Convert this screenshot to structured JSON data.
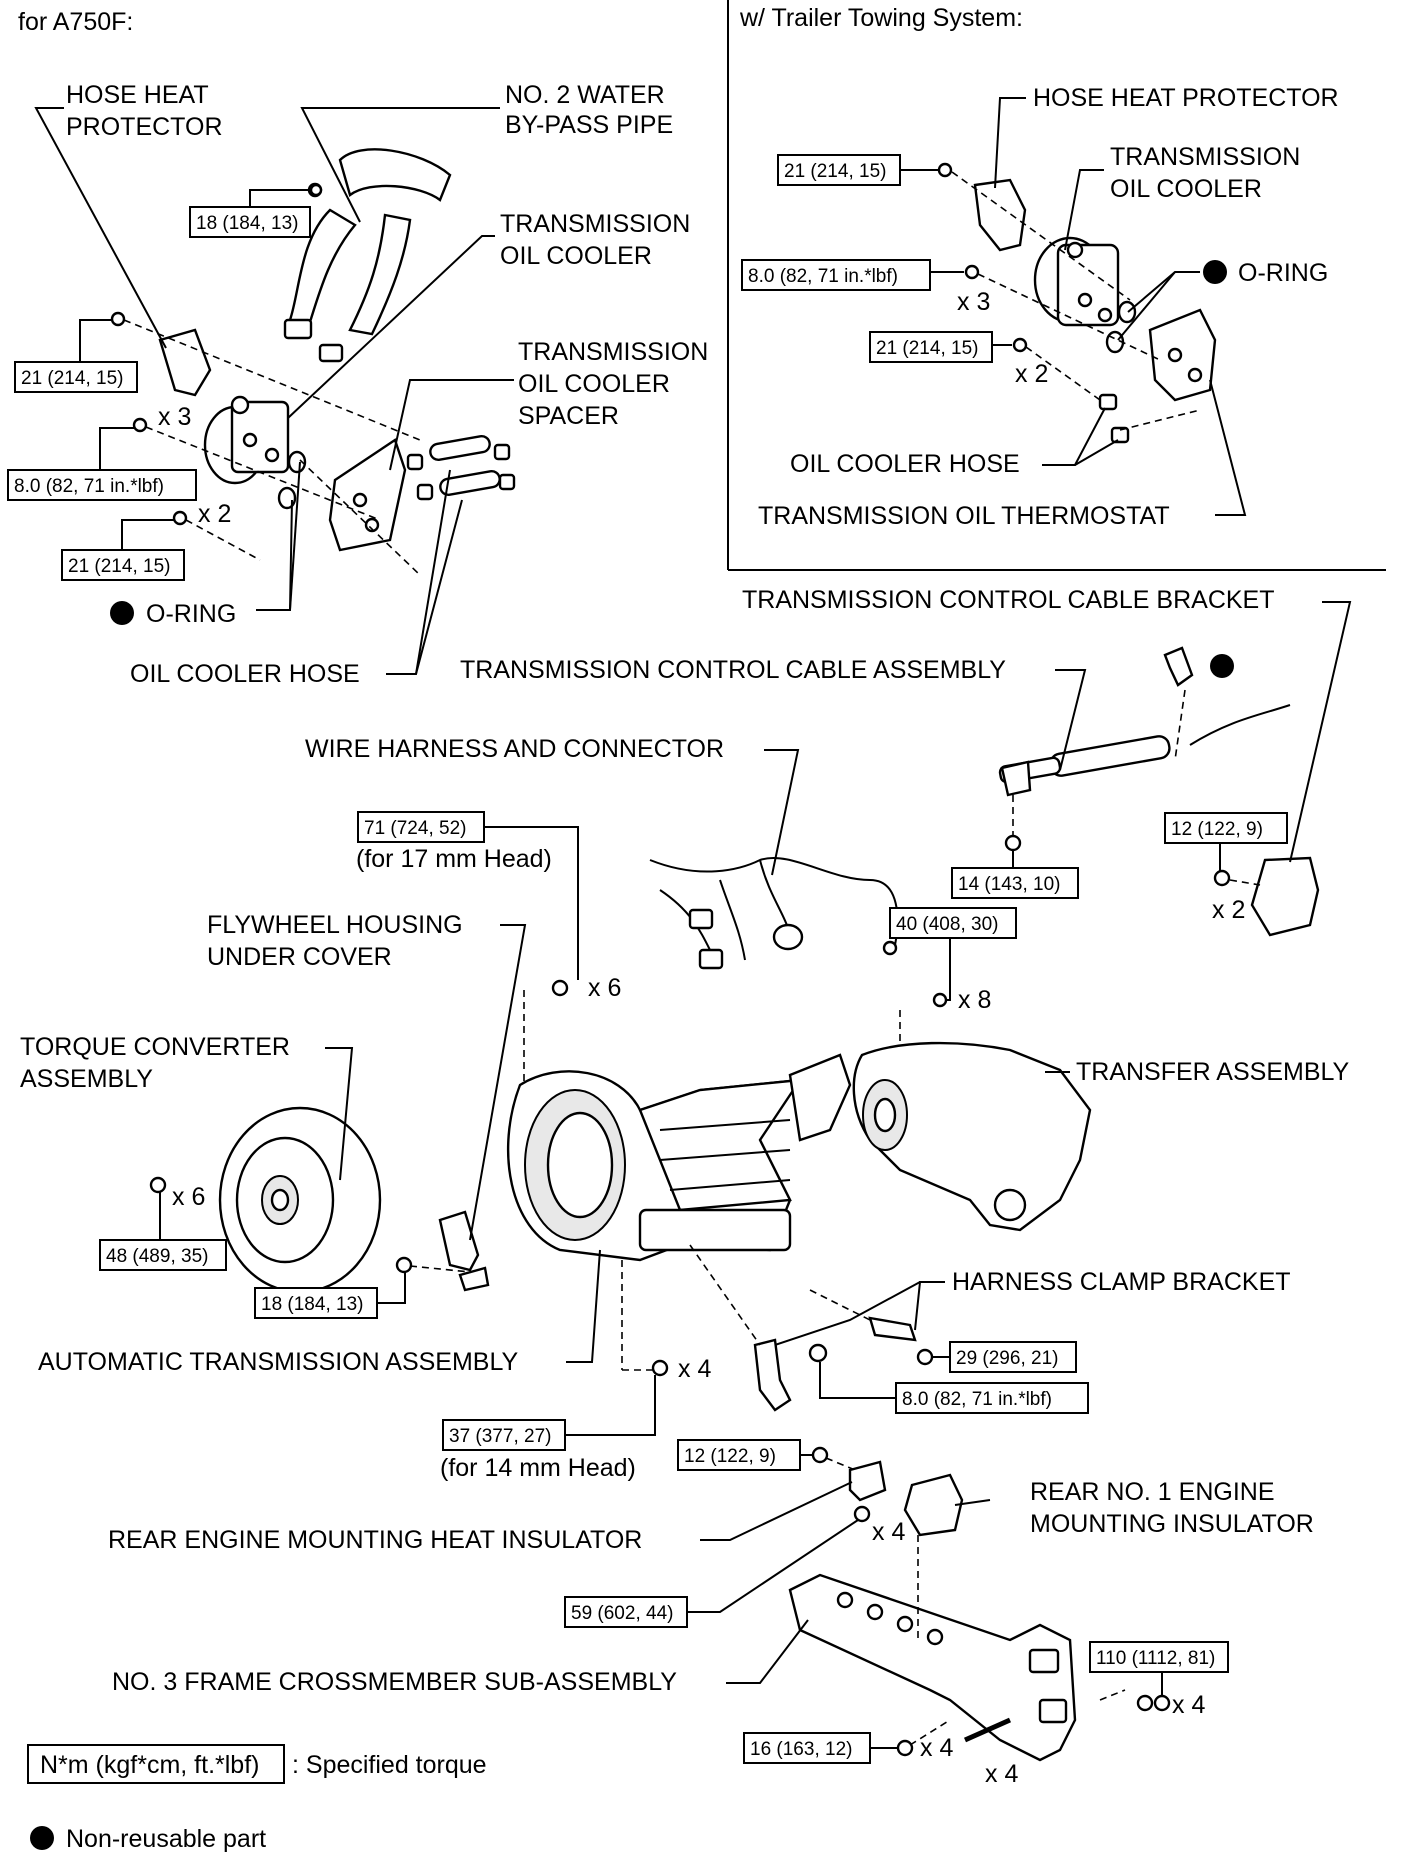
{
  "sections": {
    "left_title": "for A750F:",
    "right_title": "w/ Trailer Towing System:"
  },
  "labels": {
    "hose_heat_protector_l1": "HOSE HEAT",
    "hose_heat_protector_l2": "PROTECTOR",
    "water_bypass_l1": "NO. 2 WATER",
    "water_bypass_l2": "BY-PASS PIPE",
    "trans_oil_cooler_l1": "TRANSMISSION",
    "trans_oil_cooler_l2": "OIL COOLER",
    "spacer_l1": "TRANSMISSION",
    "spacer_l2": "OIL COOLER",
    "spacer_l3": "SPACER",
    "o_ring": "O-RING",
    "oil_cooler_hose": "OIL COOLER HOSE",
    "r_hose_heat_protector": "HOSE HEAT PROTECTOR",
    "r_trans_oil_cooler_l1": "TRANSMISSION",
    "r_trans_oil_cooler_l2": "OIL COOLER",
    "r_o_ring": "O-RING",
    "r_oil_cooler_hose": "OIL COOLER HOSE",
    "r_thermostat": "TRANSMISSION OIL THERMOSTAT",
    "control_cable_bracket": "TRANSMISSION CONTROL CABLE BRACKET",
    "control_cable_assembly": "TRANSMISSION CONTROL CABLE ASSEMBLY",
    "wire_harness": "WIRE HARNESS AND CONNECTOR",
    "for_17mm": "(for 17 mm Head)",
    "flywheel_l1": "FLYWHEEL HOUSING",
    "flywheel_l2": "UNDER COVER",
    "torque_conv_l1": "TORQUE CONVERTER",
    "torque_conv_l2": "ASSEMBLY",
    "transfer_assembly": "TRANSFER ASSEMBLY",
    "harness_clamp_bracket": "HARNESS CLAMP BRACKET",
    "auto_trans": "AUTOMATIC TRANSMISSION ASSEMBLY",
    "for_14mm": "(for 14 mm Head)",
    "rear_no1_l1": "REAR NO. 1 ENGINE",
    "rear_no1_l2": "MOUNTING INSULATOR",
    "rear_heat_insulator": "REAR ENGINE MOUNTING HEAT INSULATOR",
    "crossmember": "NO. 3 FRAME CROSSMEMBER SUB-ASSEMBLY",
    "legend_torque_box": "N*m (kgf*cm, ft.*lbf)",
    "legend_torque_text": ": Specified torque",
    "legend_nonreusable": "Non-reusable part"
  },
  "torques": {
    "t_18_a": "18 (184, 13)",
    "t_21_a": "21 (214, 15)",
    "t_8_a": "8.0 (82, 71 in.*lbf)",
    "t_21_b": "21 (214, 15)",
    "t_21_r1": "21 (214, 15)",
    "t_8_r": "8.0 (82, 71 in.*lbf)",
    "t_21_r2": "21 (214, 15)",
    "t_71": "71 (724, 52)",
    "t_14": "14 (143, 10)",
    "t_40": "40 (408, 30)",
    "t_12_a": "12 (122, 9)",
    "t_48": "48 (489, 35)",
    "t_18_b": "18 (184, 13)",
    "t_29": "29 (296, 21)",
    "t_8_b": "8.0 (82, 71 in.*lbf)",
    "t_37": "37 (377, 27)",
    "t_12_b": "12 (122, 9)",
    "t_59": "59 (602, 44)",
    "t_110": "110 (1112, 81)",
    "t_16": "16 (163, 12)"
  },
  "counts": {
    "x3_a": "x 3",
    "x2_a": "x 2",
    "x3_r": "x 3",
    "x2_r": "x 2",
    "x6_a": "x 6",
    "x8": "x 8",
    "x2_b": "x 2",
    "x6_b": "x 6",
    "x4_a": "x 4",
    "x4_b": "x 4",
    "x4_c": "x 4",
    "x4_d": "x 4",
    "x4_e": "x 4"
  }
}
